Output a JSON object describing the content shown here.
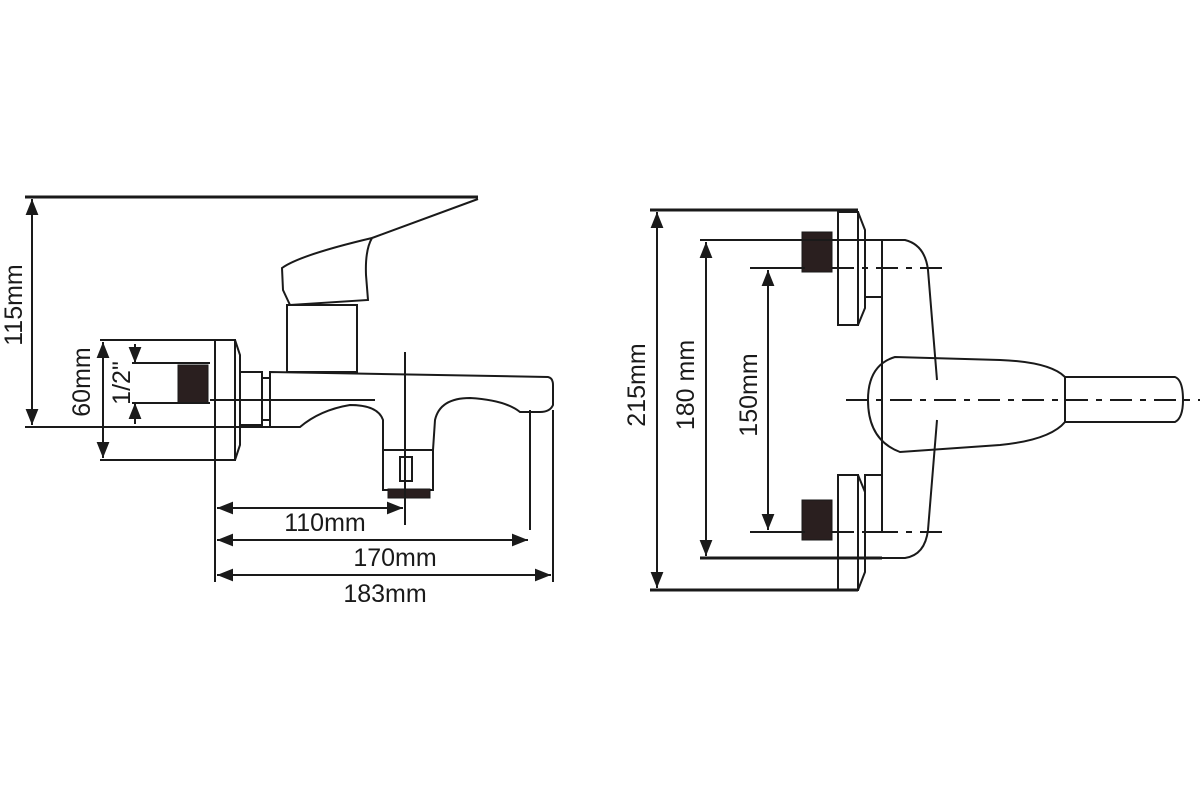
{
  "side_view": {
    "height_label": "115mm",
    "flange_label": "60mm",
    "thread_label": "1/2\"",
    "diverter_offset_label": "110mm",
    "spout_reach_label": "170mm",
    "total_length_label": "183mm"
  },
  "top_view": {
    "total_width_label": "215mm",
    "body_width_label": "180 mm",
    "center_distance_label": "150mm"
  }
}
